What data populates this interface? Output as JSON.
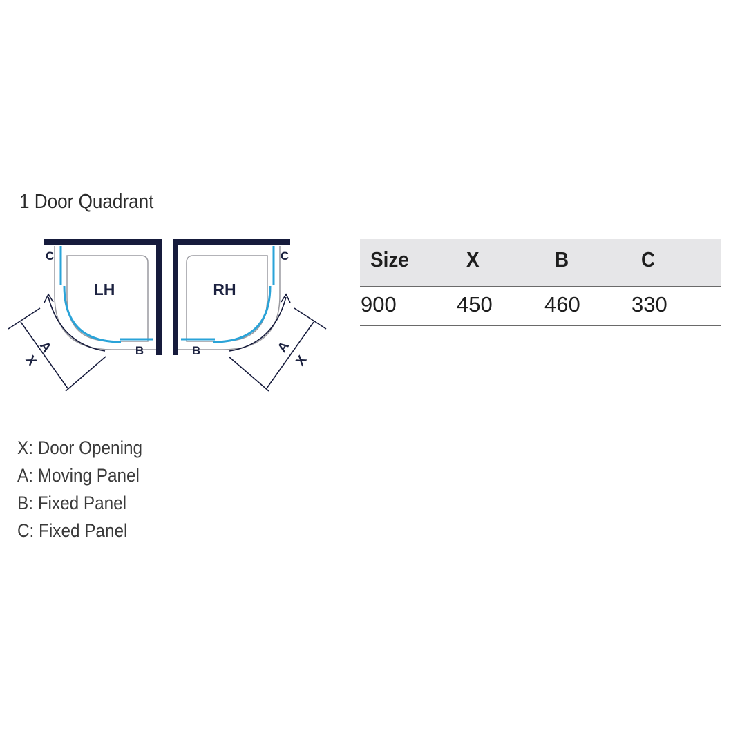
{
  "title": "1 Door Quadrant",
  "diagram": {
    "left_label": "LH",
    "right_label": "RH",
    "panel_b": "B",
    "panel_c": "C",
    "moving_a": "A",
    "opening_x": "X",
    "colors": {
      "wall": "#161b3c",
      "glass": "#2aa3d8",
      "tray": "#9a9aa0"
    }
  },
  "table": {
    "headers": [
      "Size",
      "X",
      "B",
      "C"
    ],
    "rows": [
      [
        "900",
        "450",
        "460",
        "330"
      ]
    ]
  },
  "legend": [
    "X: Door Opening",
    "A: Moving Panel",
    "B: Fixed Panel",
    "C: Fixed Panel"
  ]
}
